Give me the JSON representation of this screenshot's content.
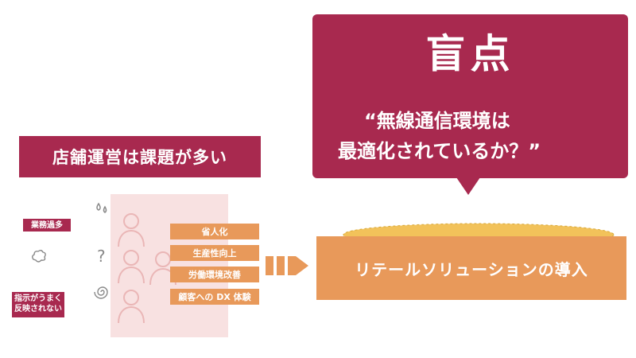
{
  "left": {
    "title": "店舗運営は課題が多い",
    "tag_workload": "業務過多",
    "tag_instructions_line1": "指示がうまく",
    "tag_instructions_line2": "反映されない",
    "question_mark": "?",
    "items": [
      "省人化",
      "生産性向上",
      "労働環境改善",
      "顧客への DX 体験"
    ]
  },
  "right": {
    "solution": "リテールソリューションの導入"
  },
  "callout": {
    "title": "盲点",
    "question_line1": "“無線通信環境は",
    "question_line2": "最適化されているか？”"
  },
  "colors": {
    "crimson": "#a8294f",
    "orange": "#e8995a",
    "pink_panel": "#f8e1e1",
    "ellipse": "#f2c25a"
  }
}
